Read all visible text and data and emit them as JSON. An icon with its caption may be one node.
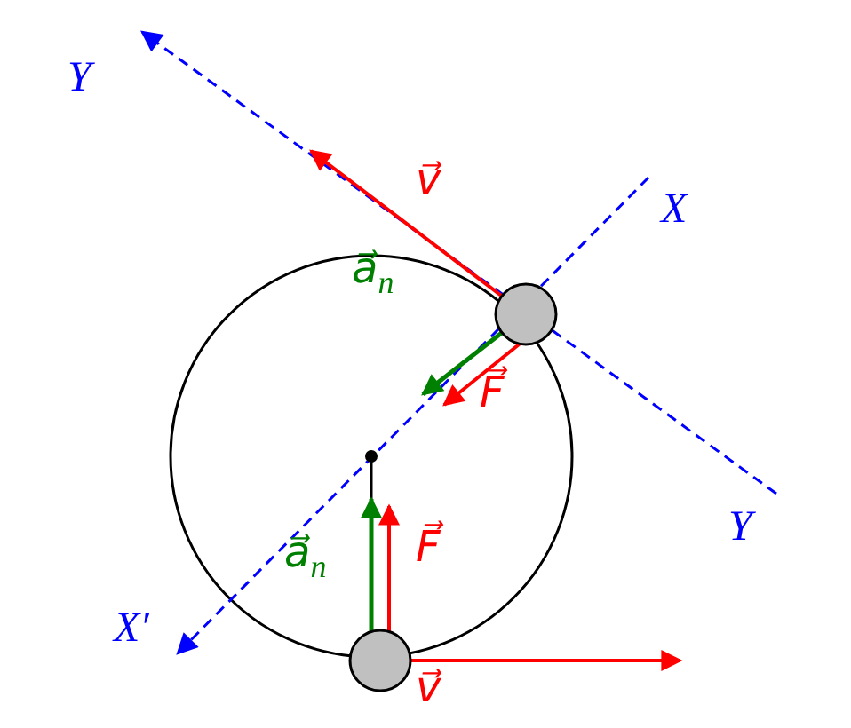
{
  "diagram": {
    "labels": [
      "Y",
      "v⃗",
      "X",
      "a⃗$_{n}$",
      "F⃗",
      "Y",
      "F⃗",
      "a⃗$_{n}$",
      "X′",
      "v⃗"
    ]
  }
}
